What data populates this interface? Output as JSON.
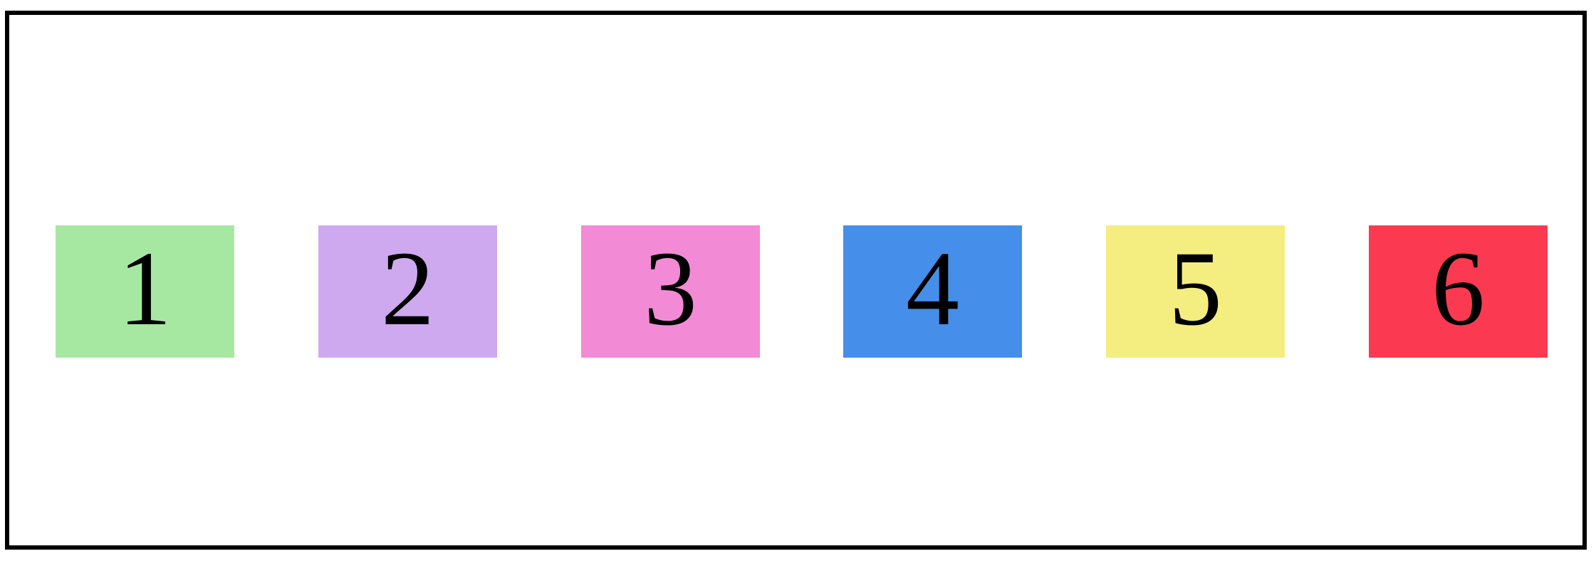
{
  "tiles": [
    {
      "label": "1",
      "color": "#a6e8a2"
    },
    {
      "label": "2",
      "color": "#cea9ef"
    },
    {
      "label": "3",
      "color": "#f28ad6"
    },
    {
      "label": "4",
      "color": "#458fea"
    },
    {
      "label": "5",
      "color": "#f4ed7f"
    },
    {
      "label": "6",
      "color": "#fb3a51"
    }
  ]
}
